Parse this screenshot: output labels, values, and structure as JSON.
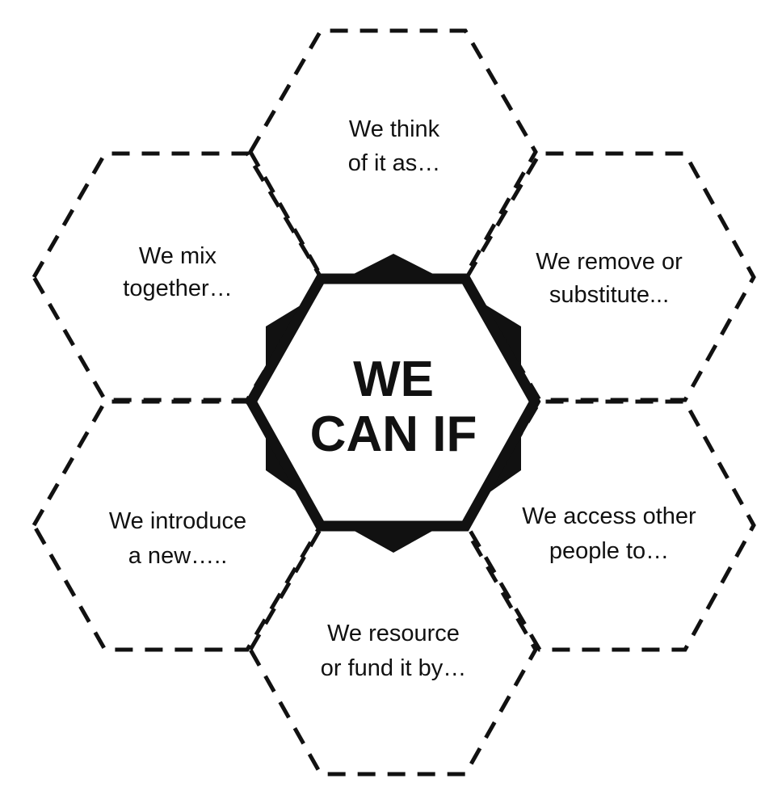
{
  "center": {
    "line1": "WE",
    "line2": "CAN IF"
  },
  "cells": {
    "top": {
      "line1": "We think",
      "line2": "of it as…"
    },
    "upper_left": {
      "line1": "We mix",
      "line2": "together…"
    },
    "upper_right": {
      "line1": "We remove or",
      "line2": "substitute..."
    },
    "lower_left": {
      "line1": "We introduce",
      "line2": "a new….."
    },
    "lower_right": {
      "line1": "We access other",
      "line2": "people to…"
    },
    "bottom": {
      "line1": "We resource",
      "line2": "or fund it by…"
    }
  },
  "colors": {
    "ink": "#111111",
    "background": "#ffffff"
  }
}
